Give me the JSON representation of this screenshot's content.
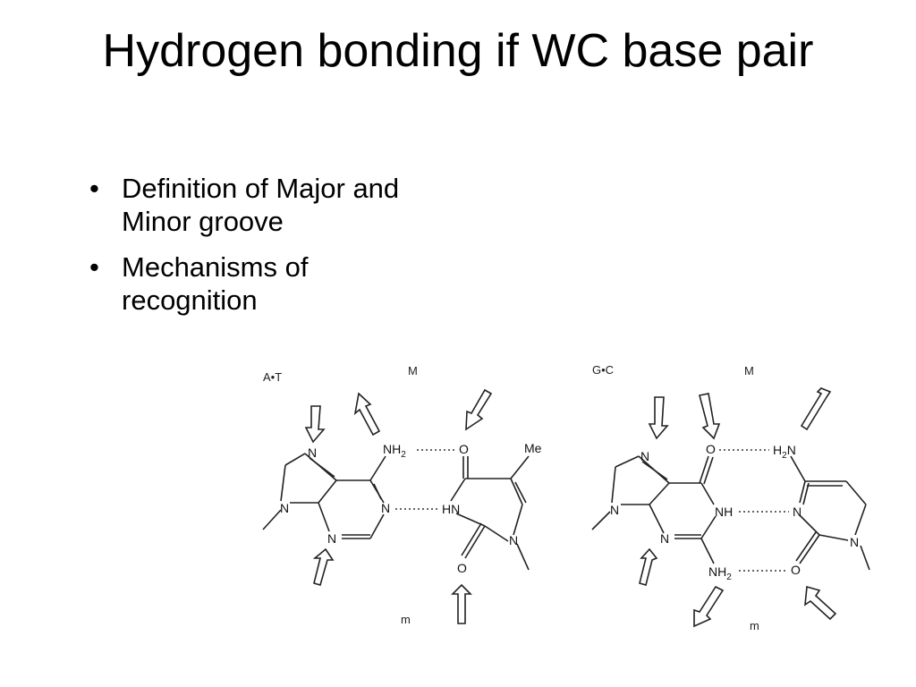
{
  "slide": {
    "title": "Hydrogen bonding if WC base pair",
    "bullets": [
      "Definition of Major and Minor groove",
      "Mechanisms of recognition"
    ]
  },
  "figure": {
    "at": {
      "pair_label": "A•T",
      "major_label": "M",
      "minor_label": "m",
      "atoms": {
        "n_top": "N",
        "n9": "N",
        "n3": "N",
        "n1": "N",
        "nh2": "NH",
        "nh2_sub": "2",
        "o_top": "O",
        "me": "Me",
        "hn": "HN",
        "n_thy": "N",
        "o_bot": "O"
      }
    },
    "gc": {
      "pair_label": "G•C",
      "major_label": "M",
      "minor_label": "m",
      "atoms": {
        "n_top": "N",
        "n9": "N",
        "n3": "N",
        "o6": "O",
        "nh": "NH",
        "nh2": "NH",
        "nh2_sub": "2",
        "h2n": "H",
        "h2n_sub": "2",
        "h2n_n": "N",
        "n3c": "N",
        "n1c": "N",
        "o_bot": "O"
      }
    }
  }
}
